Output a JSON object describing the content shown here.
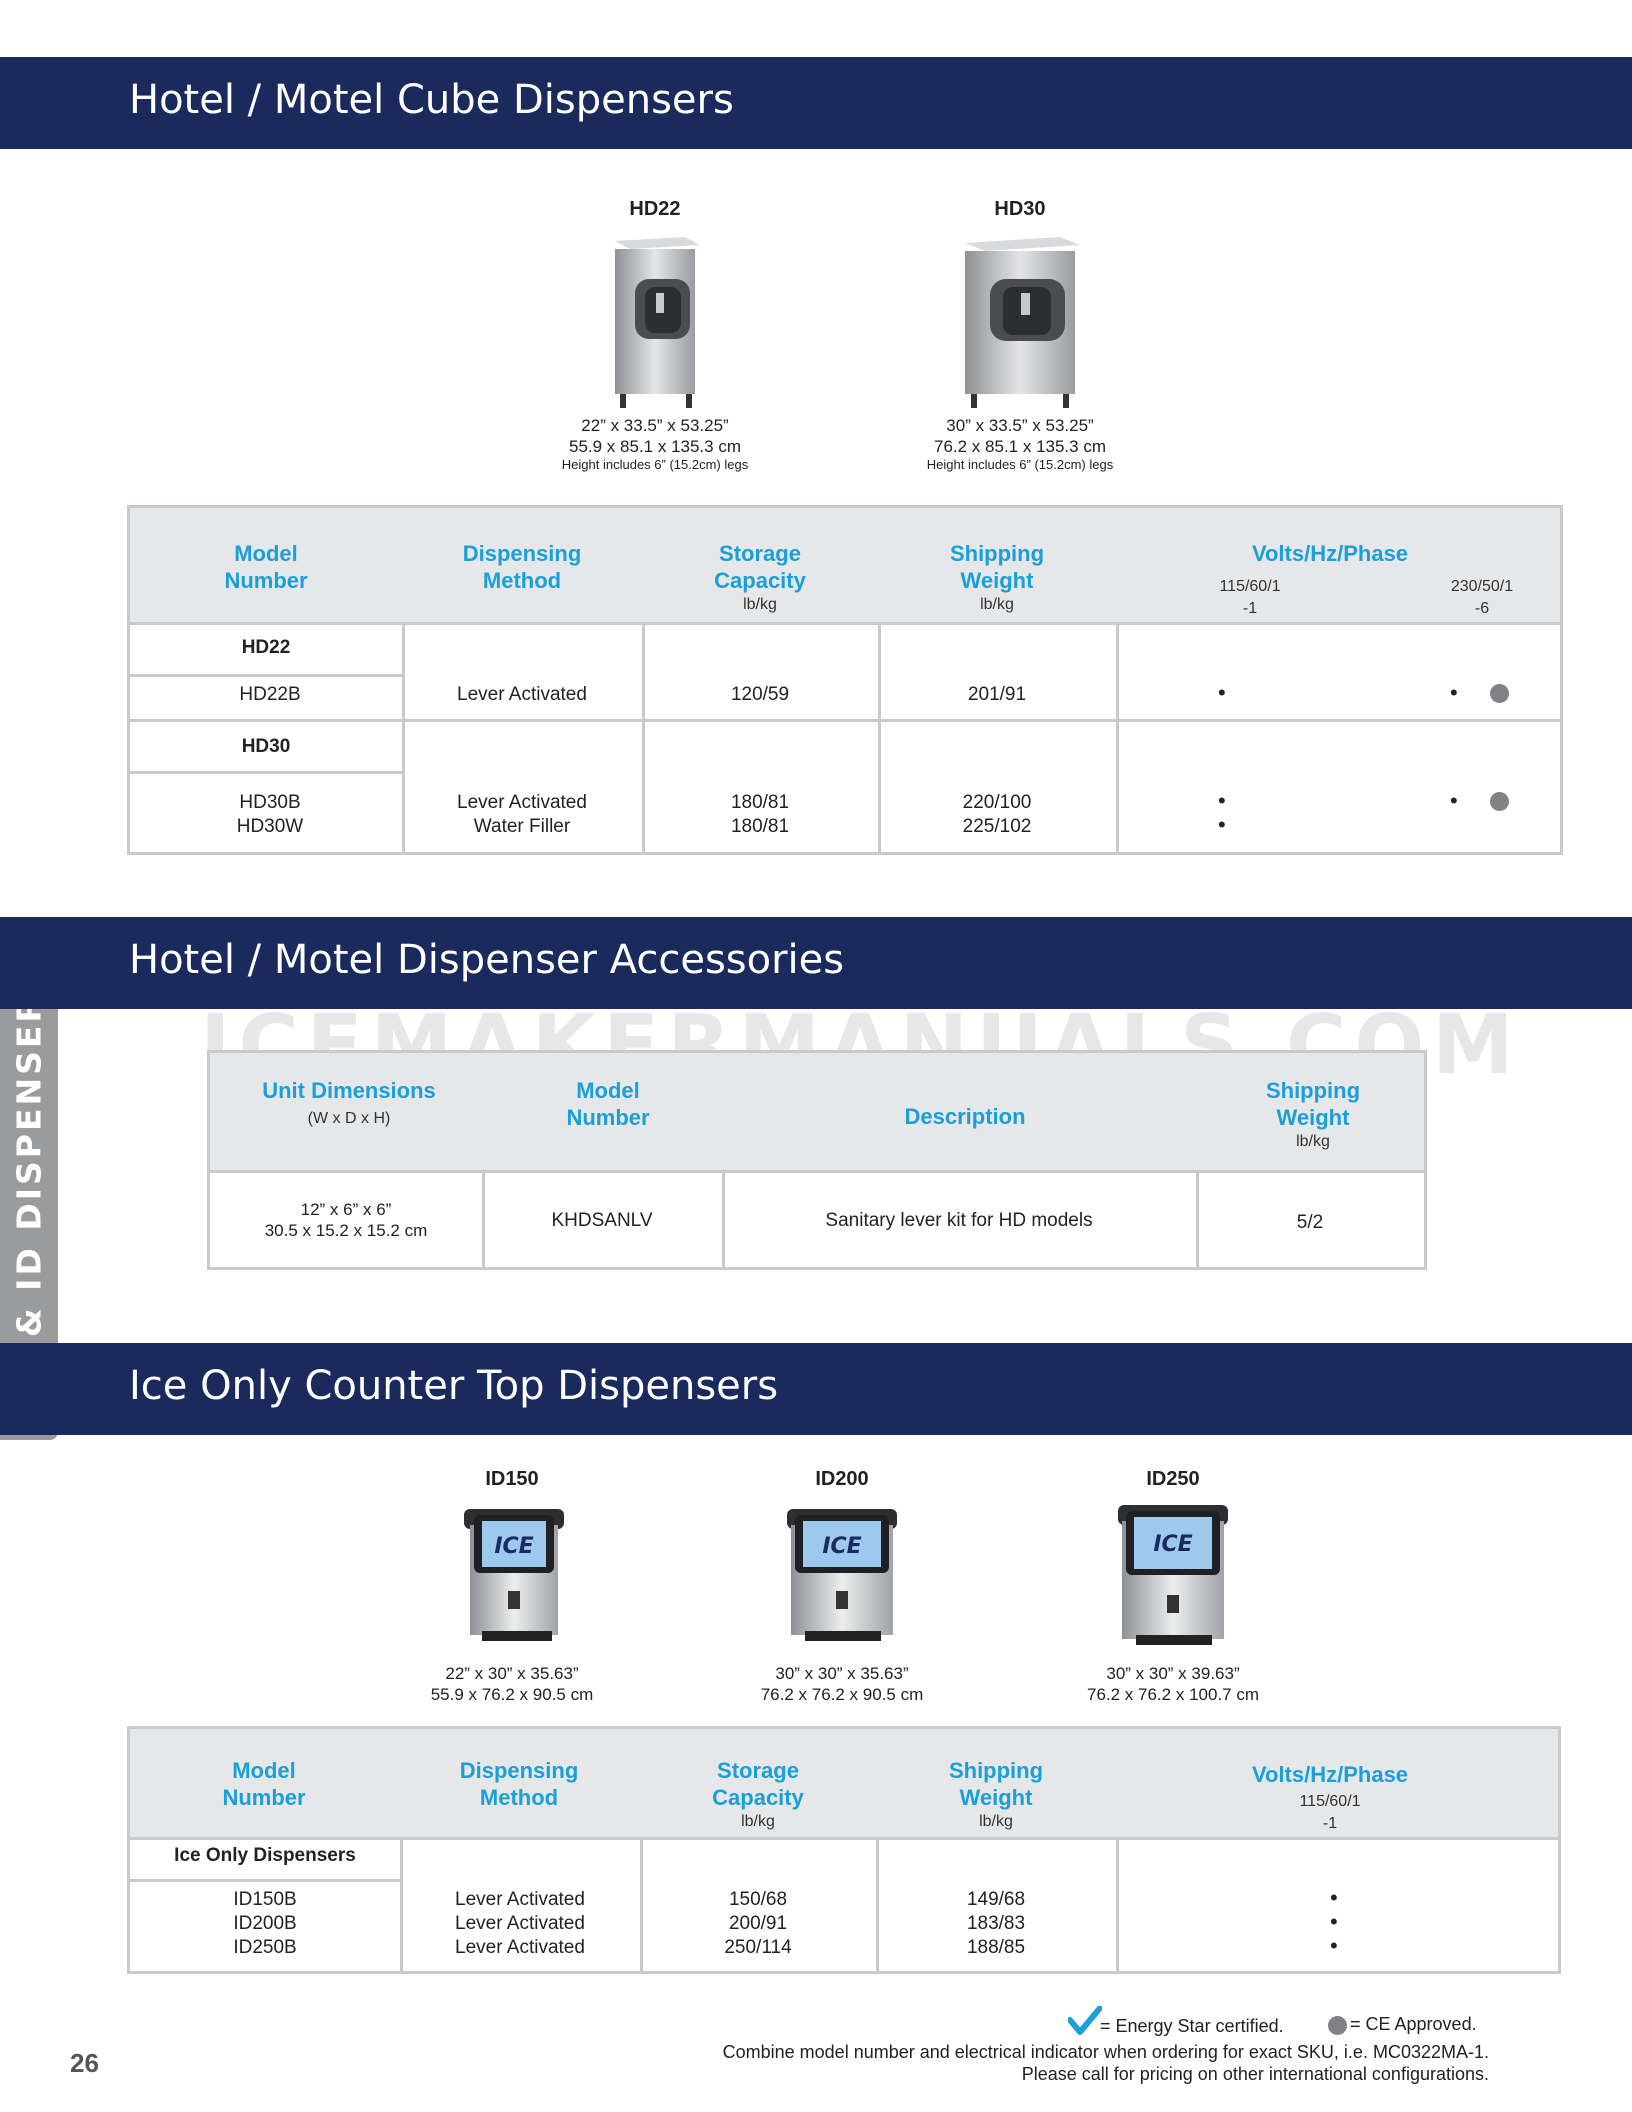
{
  "side_tab": "HD & ID DISPENSERS",
  "watermark": "ICEMAKERMANUALS.COM",
  "page_number": "26",
  "section1": {
    "title": "Hotel / Motel Cube Dispensers",
    "products": [
      {
        "name": "HD22",
        "dim1": "22” x 33.5” x 53.25”",
        "dim2": "55.9 x 85.1 x 135.3 cm",
        "note": "Height includes 6” (15.2cm) legs"
      },
      {
        "name": "HD30",
        "dim1": "30” x 33.5” x 53.25”",
        "dim2": "76.2 x 85.1 x 135.3 cm",
        "note": "Height includes 6” (15.2cm) legs"
      }
    ],
    "headers": {
      "model": "Model\nNumber",
      "method": "Dispensing\nMethod",
      "storage": "Storage\nCapacity",
      "storage_unit": "lb/kg",
      "shipping": "Shipping\nWeight",
      "shipping_unit": "lb/kg",
      "volts": "Volts/Hz/Phase",
      "volt1": "115/60/1\n-1",
      "volt2": "230/50/1\n-6"
    },
    "groups": [
      {
        "group": "HD22",
        "models": "HD22B",
        "method": "Lever Activated",
        "storage": "120/59",
        "shipping": "201/91"
      },
      {
        "group": "HD30",
        "models": "HD30B\nHD30W",
        "method": "Lever Activated\nWater Filler",
        "storage": "180/81\n180/81",
        "shipping": "220/100\n225/102"
      }
    ]
  },
  "section2": {
    "title": "Hotel / Motel Dispenser Accessories",
    "headers": {
      "dim": "Unit Dimensions",
      "dim_unit": "(W x D x H)",
      "model": "Model\nNumber",
      "desc": "Description",
      "shipping": "Shipping\nWeight",
      "shipping_unit": "lb/kg"
    },
    "row": {
      "dim": "12” x 6” x 6”\n30.5 x 15.2 x 15.2 cm",
      "model": "KHDSANLV",
      "desc": "Sanitary lever kit for HD models",
      "shipping": "5/2"
    }
  },
  "section3": {
    "title": "Ice Only Counter Top Dispensers",
    "ice_label": "ICE",
    "products": [
      {
        "name": "ID150",
        "dim1": "22” x 30” x 35.63”",
        "dim2": "55.9 x 76.2 x 90.5 cm"
      },
      {
        "name": "ID200",
        "dim1": "30” x 30” x 35.63”",
        "dim2": "76.2 x 76.2 x 90.5 cm"
      },
      {
        "name": "ID250",
        "dim1": "30” x 30” x 39.63”",
        "dim2": "76.2 x 76.2 x 100.7 cm"
      }
    ],
    "headers": {
      "model": "Model\nNumber",
      "method": "Dispensing\nMethod",
      "storage": "Storage\nCapacity",
      "storage_unit": "lb/kg",
      "shipping": "Shipping\nWeight",
      "shipping_unit": "lb/kg",
      "volts": "Volts/Hz/Phase",
      "volt1": "115/60/1\n-1"
    },
    "group": "Ice Only Dispensers",
    "models": "ID150B\nID200B\nID250B",
    "method": "Lever Activated\nLever Activated\nLever Activated",
    "storage": "150/68\n200/91\n250/114",
    "shipping": "149/68\n183/83\n188/85"
  },
  "legend": {
    "energy_star": "= Energy Star certified.",
    "ce": "= CE Approved.",
    "line1": "Combine model number and electrical indicator when ordering for exact SKU, i.e. MC0322MA-1.",
    "line2": "Please call for pricing on other international configurations."
  },
  "colors": {
    "band": "#1b2a5c",
    "accent": "#1a9fd9",
    "ce_dot": "#808285",
    "side_tab": "#9a9b9d"
  }
}
